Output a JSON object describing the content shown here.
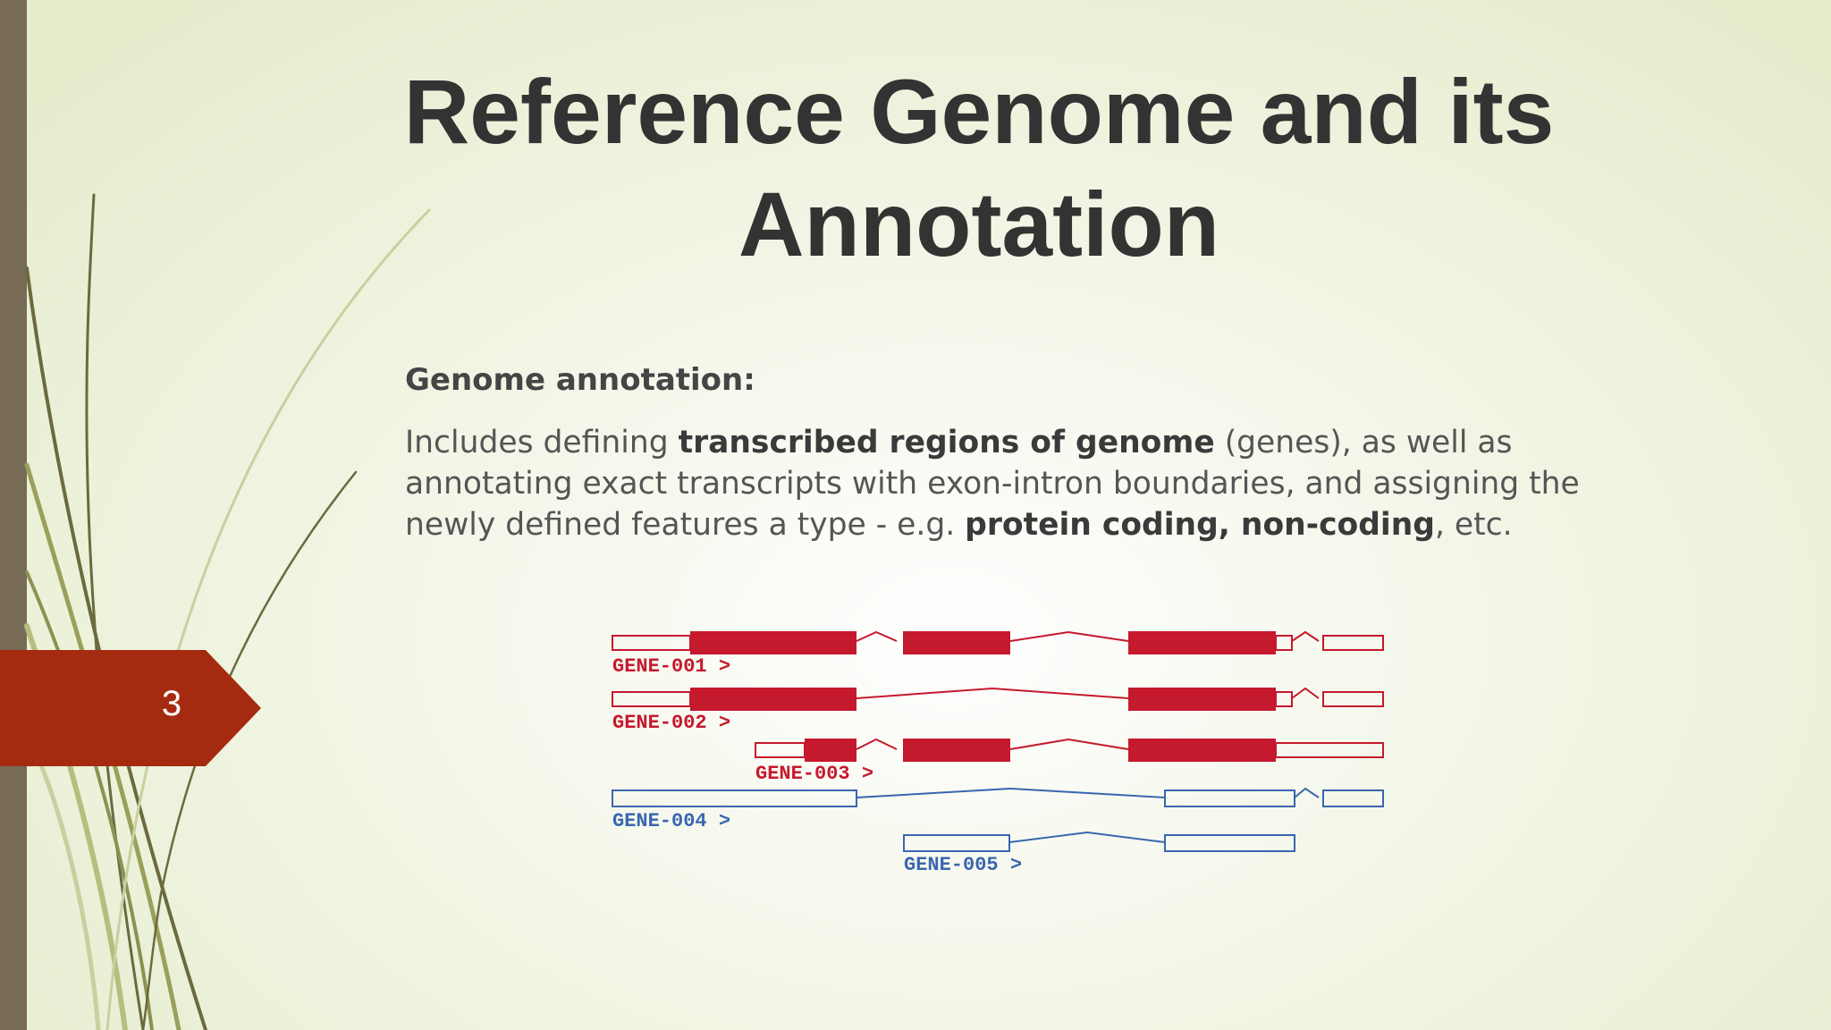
{
  "slide": {
    "title_line1": "Reference Genome and its",
    "title_line2": "Annotation",
    "subheading": "Genome annotation:",
    "body": {
      "part1": "Includes defining ",
      "bold1": "transcribed regions of genome",
      "part2": " (genes), as well as annotating exact transcripts with exon-intron boundaries, and assigning the newly defined features a type - e.g. ",
      "bold2": "protein coding, non-coding",
      "part3": ", etc."
    },
    "slide_number": "3"
  },
  "figure": {
    "genes": [
      {
        "label": "GENE-001 >",
        "strand_color": "#c5192d"
      },
      {
        "label": "GENE-002 >",
        "strand_color": "#c5192d"
      },
      {
        "label": "GENE-003 >",
        "strand_color": "#c5192d"
      },
      {
        "label": "GENE-004 >",
        "strand_color": "#3a66b0"
      },
      {
        "label": "GENE-005 >",
        "strand_color": "#3a66b0"
      }
    ]
  },
  "colors": {
    "accent_red": "#a52b10",
    "side_bar": "#776b55",
    "title": "#333333",
    "coding_red": "#c5192d",
    "noncoding_blue": "#3a66b0"
  }
}
